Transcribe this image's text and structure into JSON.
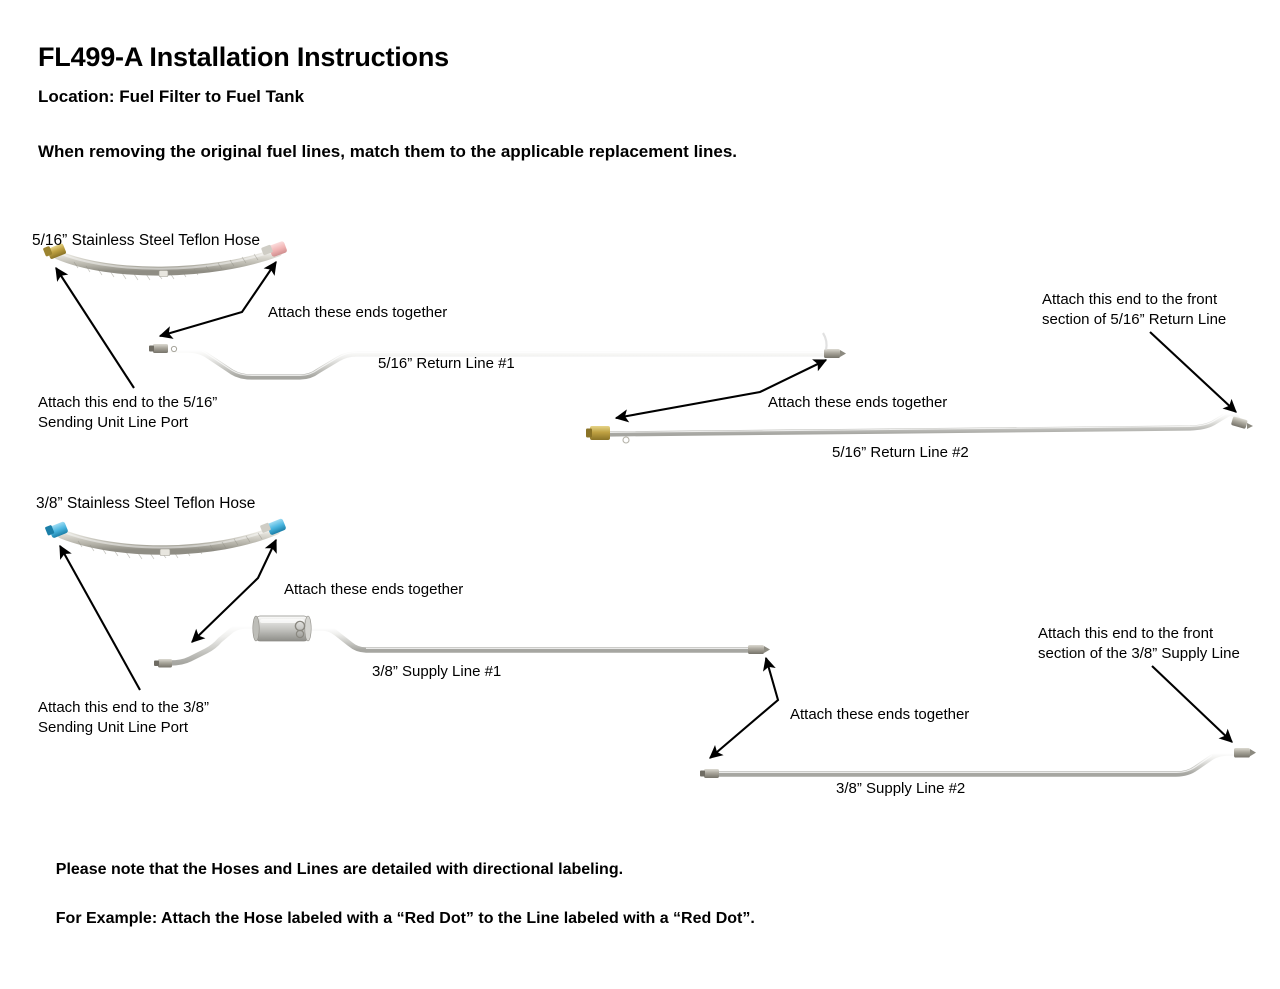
{
  "document": {
    "title": "FL499-A Installation Instructions",
    "subtitle": "Location: Fuel Filter to Fuel Tank",
    "intro": "When removing the original fuel lines, match them to the applicable replacement lines.",
    "footer_line_1": "Please note that the Hoses and Lines are detailed with directional labeling.",
    "footer_line_2": "For Example: Attach the Hose labeled with a “Red Dot” to the Line labeled with a “Red Dot”."
  },
  "colors": {
    "background": "#ffffff",
    "text": "#000000",
    "arrow": "#000000",
    "line_steel_light": "#e9e9e7",
    "line_steel_mid": "#c8c8c5",
    "line_steel_dark": "#9d9d99",
    "hose_braid_light": "#dedcd6",
    "hose_braid_dark": "#a9a79f",
    "fitting_brass": "#b39a3f",
    "fitting_steel": "#a09c92",
    "marker_red_dot": "#f0b2b2",
    "marker_blue_dot": "#4ab6e0",
    "filter_body": "#cfcfcc"
  },
  "sections": {
    "upper": {
      "id": "section-516",
      "size_label": "5/16”",
      "hose": {
        "name": "5/16” Stainless Steel Teflon Hose",
        "label": "5/16” Stainless Steel Teflon Hose",
        "left_fitting_color": "#b39a3f",
        "right_fitting_color": "#f0b2b2",
        "right_marker": "Red Dot"
      },
      "lines": [
        {
          "name": "return-line-1",
          "label": "5/16” Return Line #1"
        },
        {
          "name": "return-line-2",
          "label": "5/16” Return Line #2"
        }
      ],
      "callouts": [
        {
          "name": "attach-hose-to-return-line-1",
          "text": "Attach these ends together"
        },
        {
          "name": "attach-hose-to-sending-unit-516",
          "text": "Attach this end to the 5/16”\nSending Unit Line Port"
        },
        {
          "name": "attach-return-line-1-to-return-line-2",
          "text": "Attach these ends together"
        },
        {
          "name": "attach-return-line-2-to-front-section",
          "text": "Attach this end to the front\nsection of 5/16” Return Line"
        }
      ]
    },
    "lower": {
      "id": "section-38",
      "size_label": "3/8”",
      "hose": {
        "name": "3/8” Stainless Steel Teflon Hose",
        "label": "3/8” Stainless Steel Teflon Hose",
        "left_fitting_color": "#4ab6e0",
        "right_fitting_color": "#4ab6e0",
        "right_marker": "Blue Dot"
      },
      "lines": [
        {
          "name": "supply-line-1",
          "label": "3/8” Supply Line #1",
          "has_inline_fuel_filter": true
        },
        {
          "name": "supply-line-2",
          "label": "3/8” Supply Line #2",
          "has_inline_fuel_filter": false
        }
      ],
      "callouts": [
        {
          "name": "attach-hose-to-supply-line-1",
          "text": "Attach these ends together"
        },
        {
          "name": "attach-hose-to-sending-unit-38",
          "text": "Attach this end to the 3/8”\nSending Unit Line Port"
        },
        {
          "name": "attach-supply-line-1-to-supply-line-2",
          "text": "Attach these ends together"
        },
        {
          "name": "attach-supply-line-2-to-front-section",
          "text": "Attach this end to the front\nsection of the 3/8” Supply Line"
        }
      ]
    }
  }
}
